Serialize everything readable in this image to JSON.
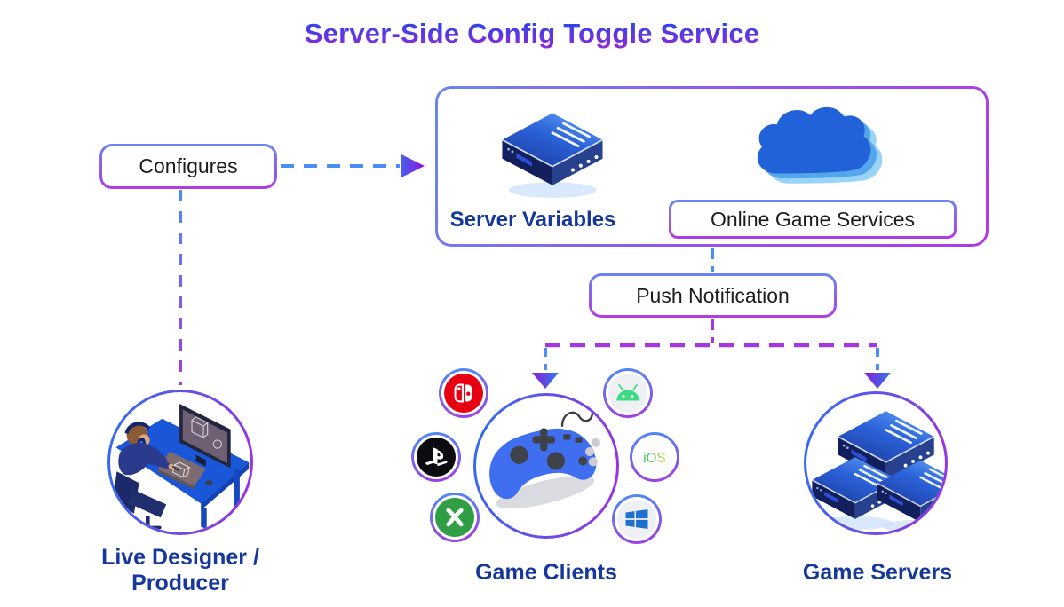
{
  "title": "Server-Side Config Toggle Service",
  "configures": {
    "label": "Configures"
  },
  "service_box": {
    "server_variables_label": "Server Variables",
    "online_game_services_label": "Online Game Services"
  },
  "push_notification": {
    "label": "Push Notification"
  },
  "live_designer": {
    "label": "Live Designer / Producer"
  },
  "game_clients": {
    "label": "Game Clients",
    "ios_label": "iOS",
    "platforms": [
      {
        "name": "nintendo-switch",
        "color": "#e60012"
      },
      {
        "name": "playstation",
        "color": "#0c0c10"
      },
      {
        "name": "xbox",
        "color": "#2f9e44"
      },
      {
        "name": "android",
        "color": "#3ddc84"
      },
      {
        "name": "ios",
        "color": "#34c759"
      },
      {
        "name": "windows",
        "color": "#1e6fd0"
      }
    ]
  },
  "game_servers": {
    "label": "Game Servers"
  },
  "colors": {
    "title_gradient_top": "#2b45ef",
    "title_gradient_bottom": "#8d2bd8",
    "dash_blue": "#4a8ef5",
    "dash_purple": "#a438e0",
    "arrow_purple": "#8c13d6",
    "label_navy": "#16389c",
    "text_dark": "#1c1c1e",
    "border_blue": "#6b86f0",
    "border_purple": "#b03ce4",
    "ring_blue": "#2f6ff0",
    "ring_purple": "#a02fe0",
    "switch_red": "#e60012",
    "playstation_black": "#0c0c10",
    "xbox_green": "#2f9e44",
    "android_green": "#3ddc84",
    "windows_blue": "#1e6fd0",
    "ios_green": "#34c759",
    "server_navy": "#1b3da0",
    "cloud_blue": "#2262d9",
    "controller_blue": "#3f6ff0",
    "desk_blue": "#1956d8"
  }
}
